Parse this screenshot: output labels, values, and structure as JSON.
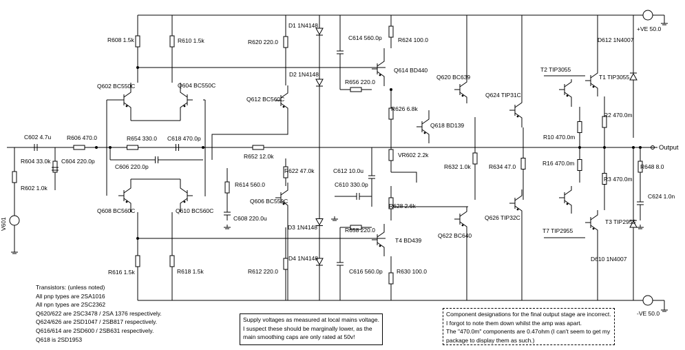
{
  "components": {
    "r608": "R608 1.5k",
    "r610": "R610 1.5k",
    "r620": "R620 220.0",
    "d1": "D1 1N4148",
    "d2": "D2 1N4148",
    "d3": "D3 1N4148",
    "d4": "D4 1N4148",
    "c614": "C614 560.0p",
    "r624": "R624 100.0",
    "q614": "Q614 BD440",
    "r656": "R656 220.0",
    "q620": "Q620 BC639",
    "q624": "Q624 TIP31C",
    "t2": "T2 TIP3055",
    "t1": "T1 TIP3055",
    "d612": "D612 1N4007",
    "q602": "Q602 BC550C",
    "q604": "Q604 BC550C",
    "q612": "Q612 BC560C",
    "r626": "R626 6.8k",
    "q618": "Q618 BD139",
    "r2": "R2 470.0m",
    "r10": "R10 470.0m",
    "c602": "C602 4.7u",
    "r606": "R606 470.0",
    "r654": "R654 330.0",
    "c618": "C618 470.0p",
    "r604": "R604 33.0k",
    "c604": "C604 220.0p",
    "c606": "C606 220.0p",
    "r652": "R652 12.0k",
    "vr602": "VR602 2.2k",
    "r602": "R602 1.0k",
    "r622": "R622 47.0k",
    "c612": "C612 10.0u",
    "r632": "R632 1.0k",
    "r634": "R634 47.0",
    "r16": "R16 470.0m",
    "r648": "R648 8.0",
    "r614": "R614 560.0",
    "c610": "C610 330.0p",
    "r3": "R3 470.0m",
    "c624": "C624 1.0n",
    "q608": "Q608 BC560C",
    "q610": "Q610 BC560C",
    "q606": "Q606 BC550C",
    "r628": "R628 2.6k",
    "c608": "C608 220.0u",
    "q626": "Q626 TIP32C",
    "t7": "T7 TIP2955",
    "t3": "T3 TIP2955",
    "r658": "R658 220.0",
    "q622": "Q622 BC640",
    "t4": "T4 BD439",
    "d610": "D610 1N4007",
    "r616": "R616 1.5k",
    "r618": "R618 1.5k",
    "r612": "R612 220.0",
    "c616": "C616 560.0p",
    "r630": "R630 100.0",
    "v601": "V601",
    "pos_supply": "+VE 50.0",
    "neg_supply": "-VE 50.0",
    "output": "Output"
  },
  "transistor_notes": [
    "Transistors: (unless noted)",
    "All pnp types are 2SA1016",
    "All npn types are 2SC2362",
    "Q620/622 are 2SC3478 / 2SA 1376 respectively.",
    "Q624/626 are 2SD1047 / 2SB817 respectively.",
    "Q616/614 are 2SD600 / 2SB631 respectively.",
    "Q618 is 2SD1953"
  ],
  "supply_note": [
    "Supply voltages as measured at local mains voltage.",
    "I suspect these should be marginally lower, as the",
    "main smoothing caps are only rated at 50v!"
  ],
  "designation_note": [
    "Component designations for the final output stage are incorrect.",
    "I forgot to note them down whilst the amp was apart.",
    "The \"470.0m\" components are 0.47ohm (I can't seem to get my",
    "package to display them as such.)"
  ]
}
